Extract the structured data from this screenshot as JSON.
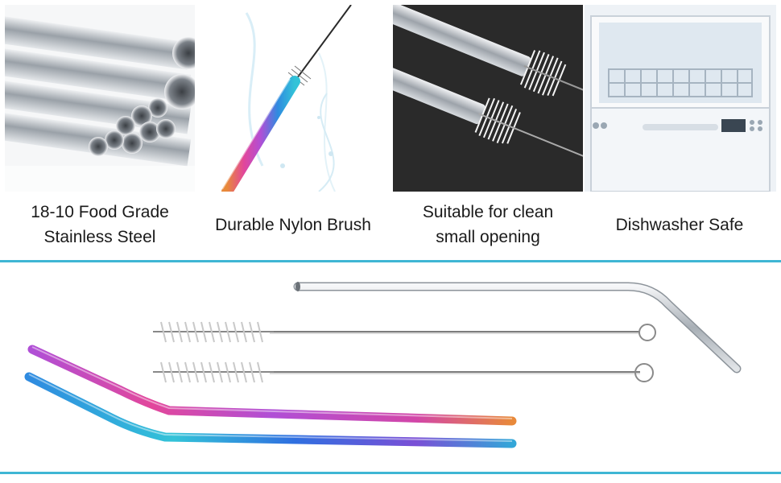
{
  "features": [
    {
      "line1": "18-10 Food Grade",
      "line2": "Stainless Steel",
      "icon": "steel-tubes"
    },
    {
      "line1": "Durable Nylon Brush",
      "line2": "",
      "icon": "nylon-brush"
    },
    {
      "line1": "Suitable for clean",
      "line2": "small opening",
      "icon": "cleaning-brush"
    },
    {
      "line1": "Dishwasher Safe",
      "line2": "",
      "icon": "dishwasher"
    }
  ],
  "colors": {
    "divider": "#3fb6d4",
    "steel": "#c9ced4",
    "rainbow": [
      "#b04fd6",
      "#e2479b",
      "#2f8be0",
      "#33c3d8",
      "#e8893a"
    ]
  },
  "contents": {
    "straws": [
      "silver-bent-straw",
      "rainbow-bent-straw",
      "rainbow-bent-straw"
    ],
    "brushes": [
      "cleaning-brush",
      "cleaning-brush"
    ]
  }
}
